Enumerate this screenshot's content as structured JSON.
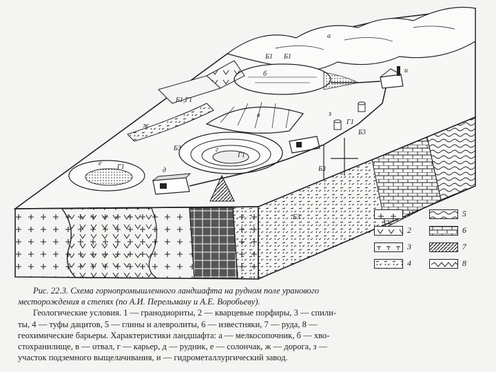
{
  "figure": {
    "labels": {
      "a": "а",
      "b": "б",
      "v": "в",
      "g": "г",
      "d": "д",
      "e": "е",
      "zh": "ж",
      "z": "з",
      "i": "и",
      "b1": "Б1",
      "b1_2": "Б1",
      "b1g1": "Б1,Г1",
      "g1": "Г1",
      "g1_b": "Г1",
      "g1_c": "Г1",
      "b3": "Б3",
      "b3_2": "Б3",
      "b3_3": "Б3",
      "b3_4": "Б3"
    }
  },
  "legend": {
    "items": [
      {
        "num": "1",
        "pattern": "plus"
      },
      {
        "num": "2",
        "pattern": "vee"
      },
      {
        "num": "3",
        "pattern": "tee"
      },
      {
        "num": "4",
        "pattern": "dash"
      },
      {
        "num": "5",
        "pattern": "wave"
      },
      {
        "num": "6",
        "pattern": "brick"
      },
      {
        "num": "7",
        "pattern": "hatch"
      },
      {
        "num": "8",
        "pattern": "zigzag"
      }
    ]
  },
  "caption": {
    "line1": "Рис. 22.3. Схема горнопромышленного ландшафта на рудном поле уранового",
    "line2": "месторождения в степях (по А.И. Перельману и А.Е. Воробьеву).",
    "line3": "Геологические условия. 1 — гранодиориты, 2 — кварцевые порфиры, 3 — спили-",
    "line4": "ты, 4 — туфы дацитов, 5 — глины и алевролиты, 6 — известняки, 7 — руда, 8 —",
    "line5": "геохимические барьеры. Характеристики ландшафта: а — мелкосопочник, б — хво-",
    "line6": "стохранилище, в — отвал, г — карьер, д — рудник, е — солончак, ж — дорога, з —",
    "line7": "участок подземного выщелачивания, и — гидрометаллургический завод."
  }
}
